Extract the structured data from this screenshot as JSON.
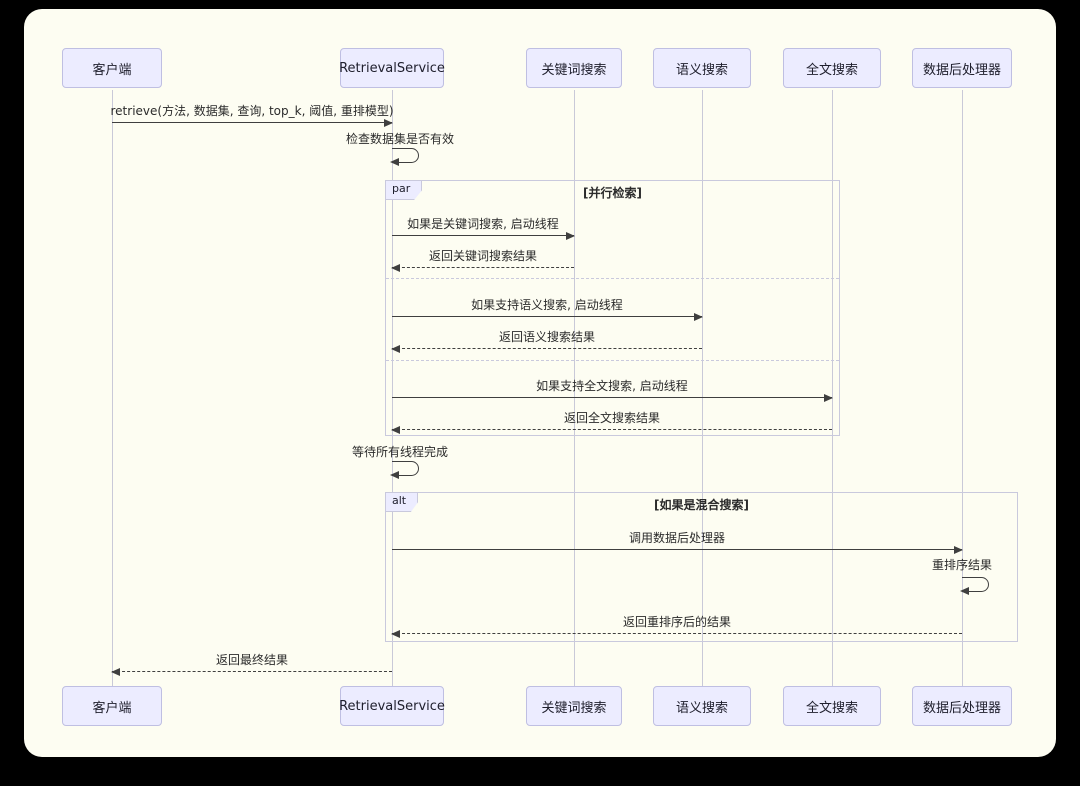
{
  "participants": {
    "client": "客户端",
    "service": "RetrievalService",
    "keyword": "关键词搜索",
    "semantic": "语义搜索",
    "fulltext": "全文搜索",
    "postprocessor": "数据后处理器"
  },
  "frames": {
    "par": {
      "tag": "par",
      "title": "[并行检索]"
    },
    "alt": {
      "tag": "alt",
      "title": "[如果是混合搜索]"
    }
  },
  "messages": {
    "retrieve_call": "retrieve(方法, 数据集, 查询, top_k, 阈值, 重排模型)",
    "check_dataset": "检查数据集是否有效",
    "keyword_start": "如果是关键词搜索, 启动线程",
    "keyword_return": "返回关键词搜索结果",
    "semantic_start": "如果支持语义搜索, 启动线程",
    "semantic_return": "返回语义搜索结果",
    "fulltext_start": "如果支持全文搜索, 启动线程",
    "fulltext_return": "返回全文搜索结果",
    "wait_threads": "等待所有线程完成",
    "call_postprocessor": "调用数据后处理器",
    "rerank": "重排序结果",
    "rerank_return": "返回重排序后的结果",
    "final_return": "返回最终结果"
  },
  "theme": {
    "outer_background": "#000000",
    "page_background": "#fdfdf2",
    "actor_fill": "#ececff",
    "actor_border": "#bfbfe2",
    "line_color": "#3f3f3f",
    "lifeline_color": "#c9c9d8",
    "frame_border": "#c9c9dd"
  }
}
